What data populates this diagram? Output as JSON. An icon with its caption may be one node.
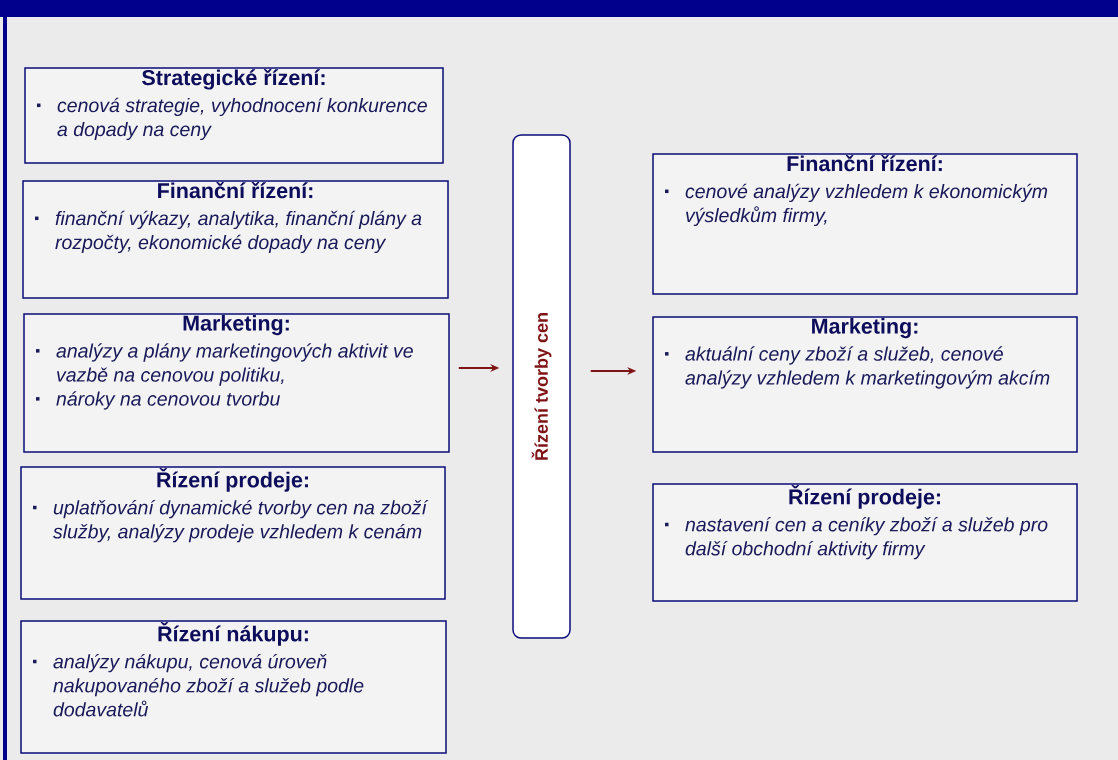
{
  "diagram": {
    "nodes": [
      {
        "text": [
          "Strategické řízení:",
          "cenová strategie, vyhodnocení konkurence a dopady na ceny"
        ]
      },
      {
        "text": [
          "Finanční řízení:",
          "finanční výkazy, analytika, finanční plány a rozpočty, ekonomické dopady na ceny"
        ]
      },
      {
        "text": [
          "Marketing:",
          "analýzy a plány marketingových aktivit ve vazbě na cenovou politiku,",
          "nároky na cenovou tvorbu"
        ]
      },
      {
        "text": [
          "Řízení prodeje:",
          "uplatňování dynamické tvorby cen na zboží služby, analýzy prodeje vzhledem k cenám"
        ]
      },
      {
        "text": [
          "Řízení nákupu:",
          "analýzy nákupu, cenová úroveň nakupovaného zboží a služeb podle dodavatelů"
        ]
      },
      {
        "text": [
          "Řízení tvorby cen"
        ]
      },
      {
        "text": [
          "Finanční řízení:",
          "cenové analýzy vzhledem k ekonomickým výsledkům firmy,"
        ]
      },
      {
        "text": [
          "Marketing:",
          "aktuální ceny zboží a služeb, cenové analýzy vzhledem k marketingovým akcím"
        ]
      },
      {
        "text": [
          "Řízení prodeje:",
          "nastavení cen a ceníky zboží a služeb pro další obchodní aktivity firmy"
        ]
      }
    ],
    "edges": [
      {
        "from": 2,
        "to": 5,
        "arrow": "to"
      },
      {
        "from": 5,
        "to": 7,
        "arrow": "to"
      }
    ]
  }
}
